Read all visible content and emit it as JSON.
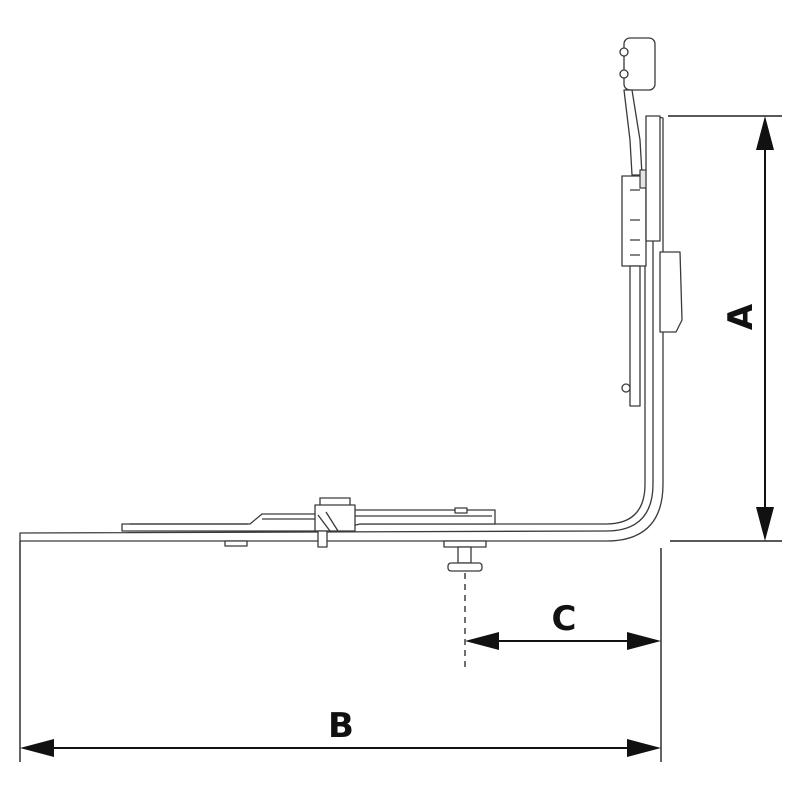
{
  "dimensions": {
    "a_label": "A",
    "b_label": "B",
    "c_label": "C"
  },
  "colors": {
    "line": "#3a3a3a",
    "dimension": "#111111",
    "background": "#ffffff"
  }
}
